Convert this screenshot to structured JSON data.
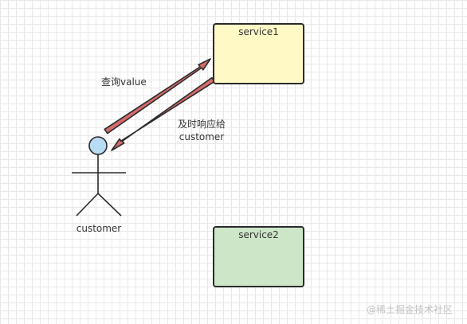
{
  "diagram": {
    "service1": {
      "label": "service1",
      "fill": "#fff9c6"
    },
    "service2": {
      "label": "service2",
      "fill": "#cde6c8"
    },
    "actor": {
      "label": "customer",
      "head_fill": "#b9dcf5"
    },
    "arrow_request": {
      "label": "查询value"
    },
    "arrow_response": {
      "label_line1": "及时响应给",
      "label_line2": "customer"
    },
    "arrow_color": "#d46a6a",
    "grid_color": "#e8e8e8"
  },
  "watermark": {
    "text": "@稀土掘金技术社区"
  }
}
